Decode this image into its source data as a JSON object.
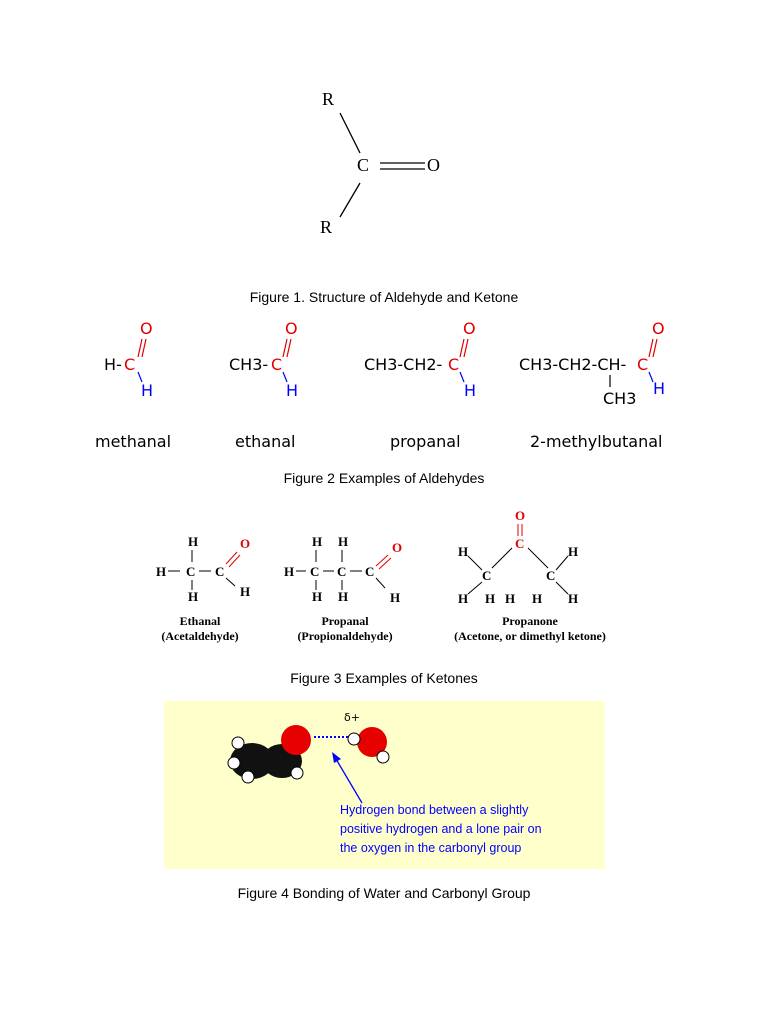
{
  "figure1": {
    "atoms": {
      "r_top": "R",
      "carbon": "C",
      "oxygen": "O",
      "r_bottom": "R"
    },
    "caption": "Figure 1. Structure of Aldehyde and Ketone"
  },
  "figure2": {
    "aldehydes": [
      {
        "left": "H-",
        "c": "C",
        "o": "O",
        "h": "H",
        "name": "methanal"
      },
      {
        "left": "CH3-",
        "c": "C",
        "o": "O",
        "h": "H",
        "name": "ethanal"
      },
      {
        "left": "CH3-CH2-",
        "c": "C",
        "o": "O",
        "h": "H",
        "name": "propanal"
      },
      {
        "left": "CH3-CH2-CH-",
        "c": "C",
        "o": "O",
        "h": "H",
        "branch": "CH3",
        "name": "2-methylbutanal"
      }
    ],
    "caption": "Figure 2 Examples of Aldehydes"
  },
  "figure3": {
    "molecules": [
      {
        "name": "Ethanal",
        "subname": "(Acetaldehyde)"
      },
      {
        "name": "Propanal",
        "subname": "(Propionaldehyde)"
      },
      {
        "name": "Propanone",
        "subname": "(Acetone, or dimethyl ketone)"
      }
    ],
    "atom_labels": {
      "h": "H",
      "c": "C",
      "o": "O"
    },
    "caption": "Figure 3 Examples of Ketones"
  },
  "figure4": {
    "delta_label": "δ+",
    "note_lines": [
      "Hydrogen bond between a slightly",
      "positive hydrogen and a lone pair on",
      "the oxygen in the carbonyl group"
    ],
    "colors": {
      "panel": "#ffffcc",
      "oxygen": "#e60000",
      "carbon": "#111111",
      "hydrogen": "#ffffff",
      "arrow": "#0000ff"
    },
    "caption": "Figure 4 Bonding of Water and Carbonyl Group"
  }
}
